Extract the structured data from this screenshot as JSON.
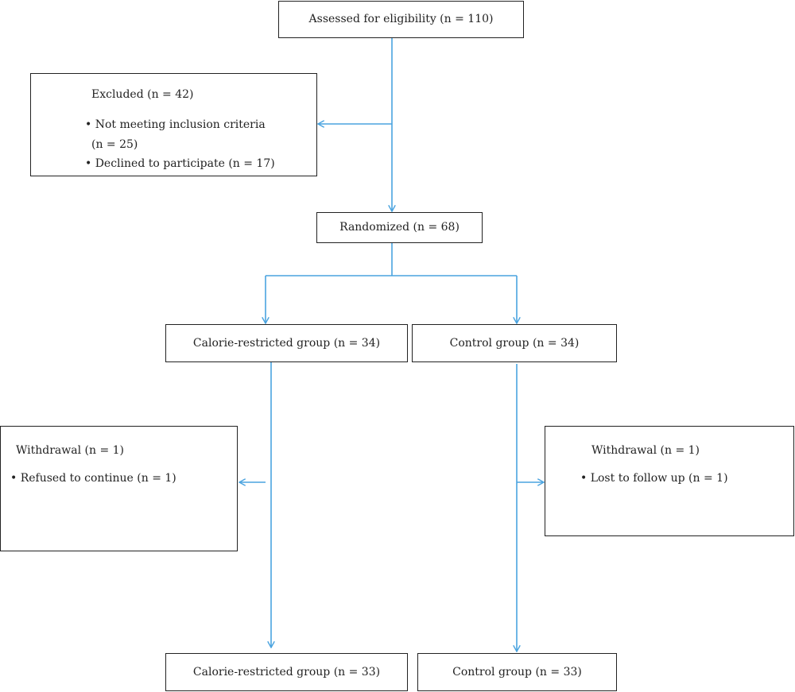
{
  "colors": {
    "arrow": "#4aa3df",
    "border": "#222222",
    "text": "#222222"
  },
  "flow": {
    "assessed": "Assessed for eligibility (n = 110)",
    "excluded": {
      "title": "Excluded (n = 42)",
      "bullets": [
        "• Not meeting inclusion criteria",
        "(n = 25)",
        "• Declined to participate (n = 17)"
      ]
    },
    "randomized": "Randomized (n = 68)",
    "calorie_group_start": "Calorie-restricted group (n = 34)",
    "control_group_start": "Control group (n = 34)",
    "withdrawal_left": {
      "title": "Withdrawal (n = 1)",
      "bullet": "• Refused to continue (n = 1)"
    },
    "withdrawal_right": {
      "title": "Withdrawal (n = 1)",
      "bullet": "• Lost to follow up (n = 1)"
    },
    "calorie_group_end": "Calorie-restricted group (n = 33)",
    "control_group_end": "Control group (n = 33)"
  }
}
